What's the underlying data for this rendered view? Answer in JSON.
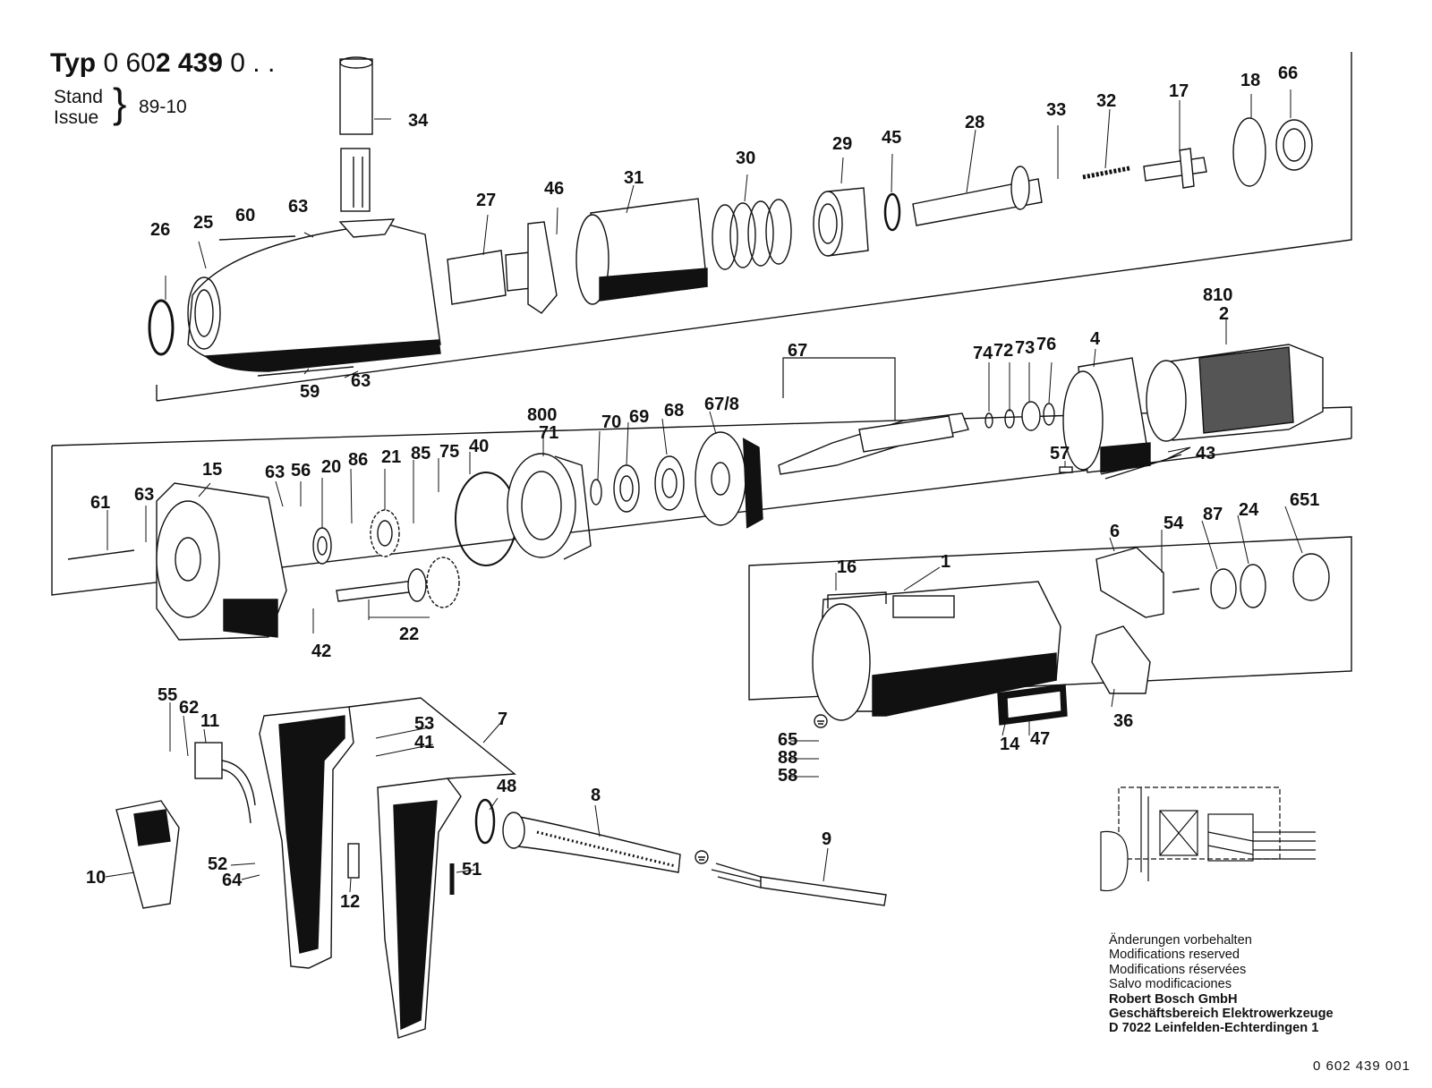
{
  "header": {
    "typ_prefix": "Typ",
    "typ_number_plain_a": "0 60",
    "typ_number_bold": "2 439",
    "typ_number_plain_b": "0 . .",
    "stand_label": "Stand",
    "issue_label": "Issue",
    "date": "89-10"
  },
  "part_labels": [
    "34",
    "26",
    "25",
    "60",
    "63",
    "59",
    "63",
    "27",
    "46",
    "31",
    "30",
    "29",
    "45",
    "28",
    "33",
    "32",
    "17",
    "18",
    "66",
    "810",
    "2",
    "67",
    "74",
    "72",
    "73",
    "76",
    "4",
    "43",
    "57",
    "15",
    "61",
    "63",
    "63",
    "56",
    "20",
    "86",
    "21",
    "85",
    "75",
    "40",
    "800",
    "71",
    "70",
    "69",
    "68",
    "67/8",
    "22",
    "42",
    "1",
    "16",
    "6",
    "54",
    "87",
    "24",
    "651",
    "36",
    "14",
    "47",
    "65",
    "88",
    "58",
    "55",
    "62",
    "11",
    "10",
    "52",
    "64",
    "12",
    "53",
    "41",
    "7",
    "48",
    "8",
    "9",
    "51"
  ],
  "footer": {
    "lines": [
      "Änderungen vorbehalten",
      "Modifications reserved",
      "Modifications réservées",
      "Salvo modificaciones"
    ],
    "company": [
      "Robert Bosch GmbH",
      "Geschäftsbereich Elektrowerkzeuge",
      "D 7022 Leinfelden-Echterdingen 1"
    ]
  },
  "doc_number": "0 602 439 001"
}
